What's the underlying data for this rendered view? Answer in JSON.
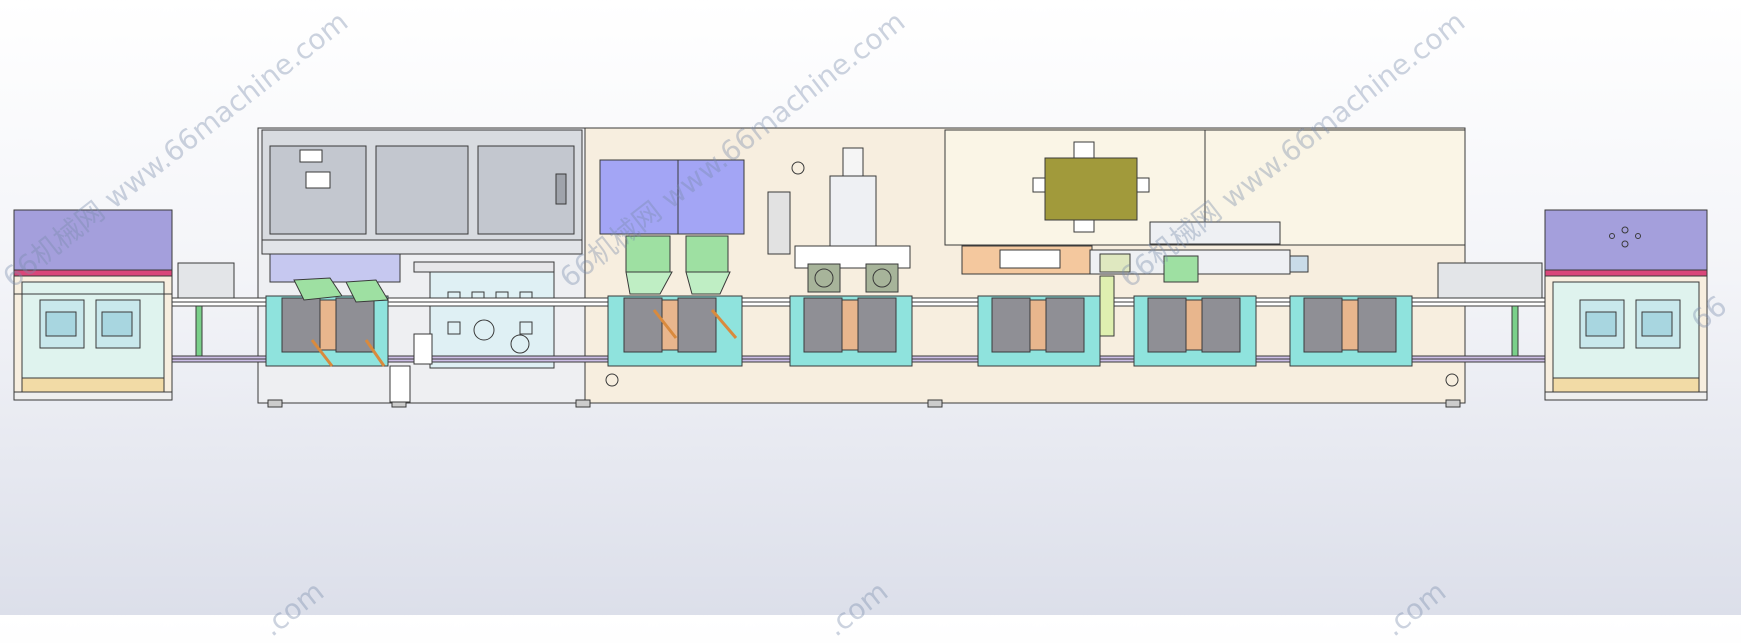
{
  "watermark": {
    "text": "66机械网 www.66machine.com",
    "fragment": "66",
    "tail": ".com"
  },
  "colors": {
    "cabinet": "#a49fdc",
    "frame": "#f7eedf",
    "panel_gray": "#c3c7cf",
    "station_teal": "#8fe3dd",
    "module_gray": "#8f8f95",
    "block_peach": "#e8b68d",
    "arm_green": "#9ee0a2",
    "olive": "#a19a3b",
    "blue_panel": "#a3a5f5",
    "line": "#3a3a3a"
  }
}
